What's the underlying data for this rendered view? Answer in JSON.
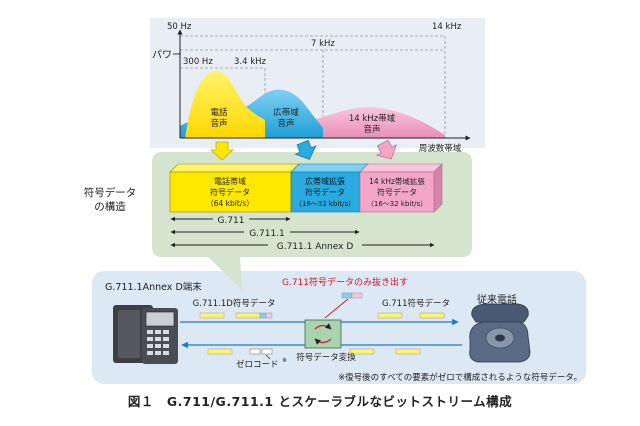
{
  "spectrum": {
    "freq_50hz": "50 Hz",
    "freq_14khz": "14 kHz",
    "freq_7khz": "7 kHz",
    "freq_300hz": "300 Hz",
    "freq_3_4khz": "3.4 kHz",
    "power_label": "パワー",
    "telephone_voice": [
      "電話",
      "音声"
    ],
    "wideband_voice": [
      "広帯域",
      "音声"
    ],
    "khz14_voice": [
      "14 kHz帯域",
      "音声"
    ],
    "freq_band_label": "周波数帯域"
  },
  "structure": {
    "side_label": [
      "符号データ",
      "の構造"
    ],
    "block_telephone": [
      "電話帯域",
      "符号データ",
      "（64 kbit/s）"
    ],
    "block_wideband": [
      "広帯域拡張",
      "符号データ",
      "（16～32 kbit/s）"
    ],
    "block_14khz": [
      "14 kHz帯域拡張",
      "符号データ",
      "（16～32 kbit/s）"
    ],
    "range_g711": "G.711",
    "range_g7111": "G.711.1",
    "range_annexd": "G.711.1 Annex D"
  },
  "network": {
    "terminal_label": "G.711.1Annex D端末",
    "extract_label": "G.711符号データのみ抜き出す",
    "left_data_label": "G.711.1D符号データ",
    "right_data_label": "G.711符号データ",
    "legacy_phone_label": "従来電話",
    "zero_code_label": "ゼロコード",
    "zero_code_mark": "※",
    "converter_label": "符号データ変換",
    "footnote": "※復号後のすべての要素がゼロで構成されるような符号データ。"
  },
  "caption": "図１　G.711/G.711.1 とスケーラブルなビットストリーム構成",
  "colors": {
    "yellow": "#ffe800",
    "blue": "#29abe2",
    "pink": "#f3a6c6",
    "panel_green": "#d4e4cf",
    "panel_blue": "#dce8f3",
    "arrow_teal": "#1aa6a6"
  }
}
